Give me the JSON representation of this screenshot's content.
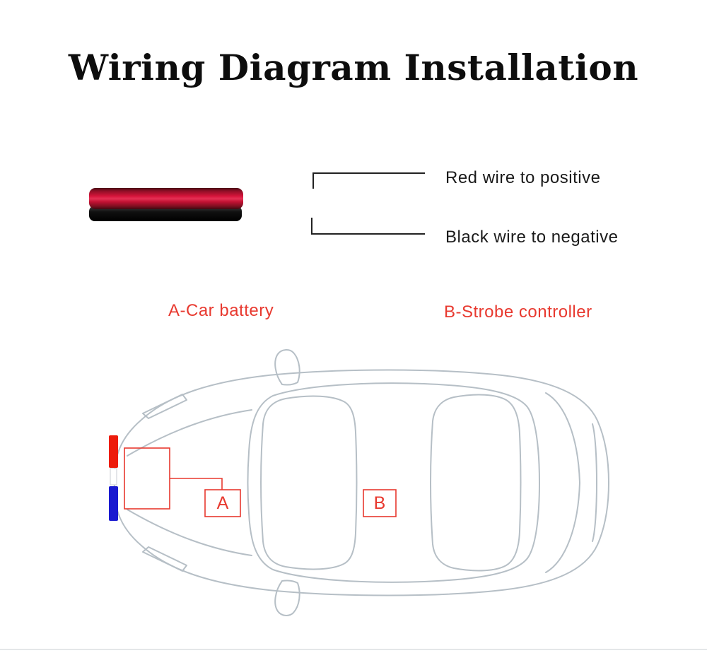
{
  "title": "Wiring Diagram Installation",
  "legend": {
    "red": "Red wire to positive",
    "black": "Black wire to negative"
  },
  "callouts": {
    "battery": "A-Car battery",
    "controller": "B-Strobe controller"
  },
  "diagram": {
    "box_a": "A",
    "box_b": "B"
  },
  "colors": {
    "accent_red": "#e8392f",
    "wire_red": "#d5143a",
    "wire_black": "#101010",
    "connector_red": "#ed1c0c",
    "connector_blue": "#1a1ad0",
    "car_outline": "#b6bfc6",
    "legend_text": "#1a1a1a"
  }
}
